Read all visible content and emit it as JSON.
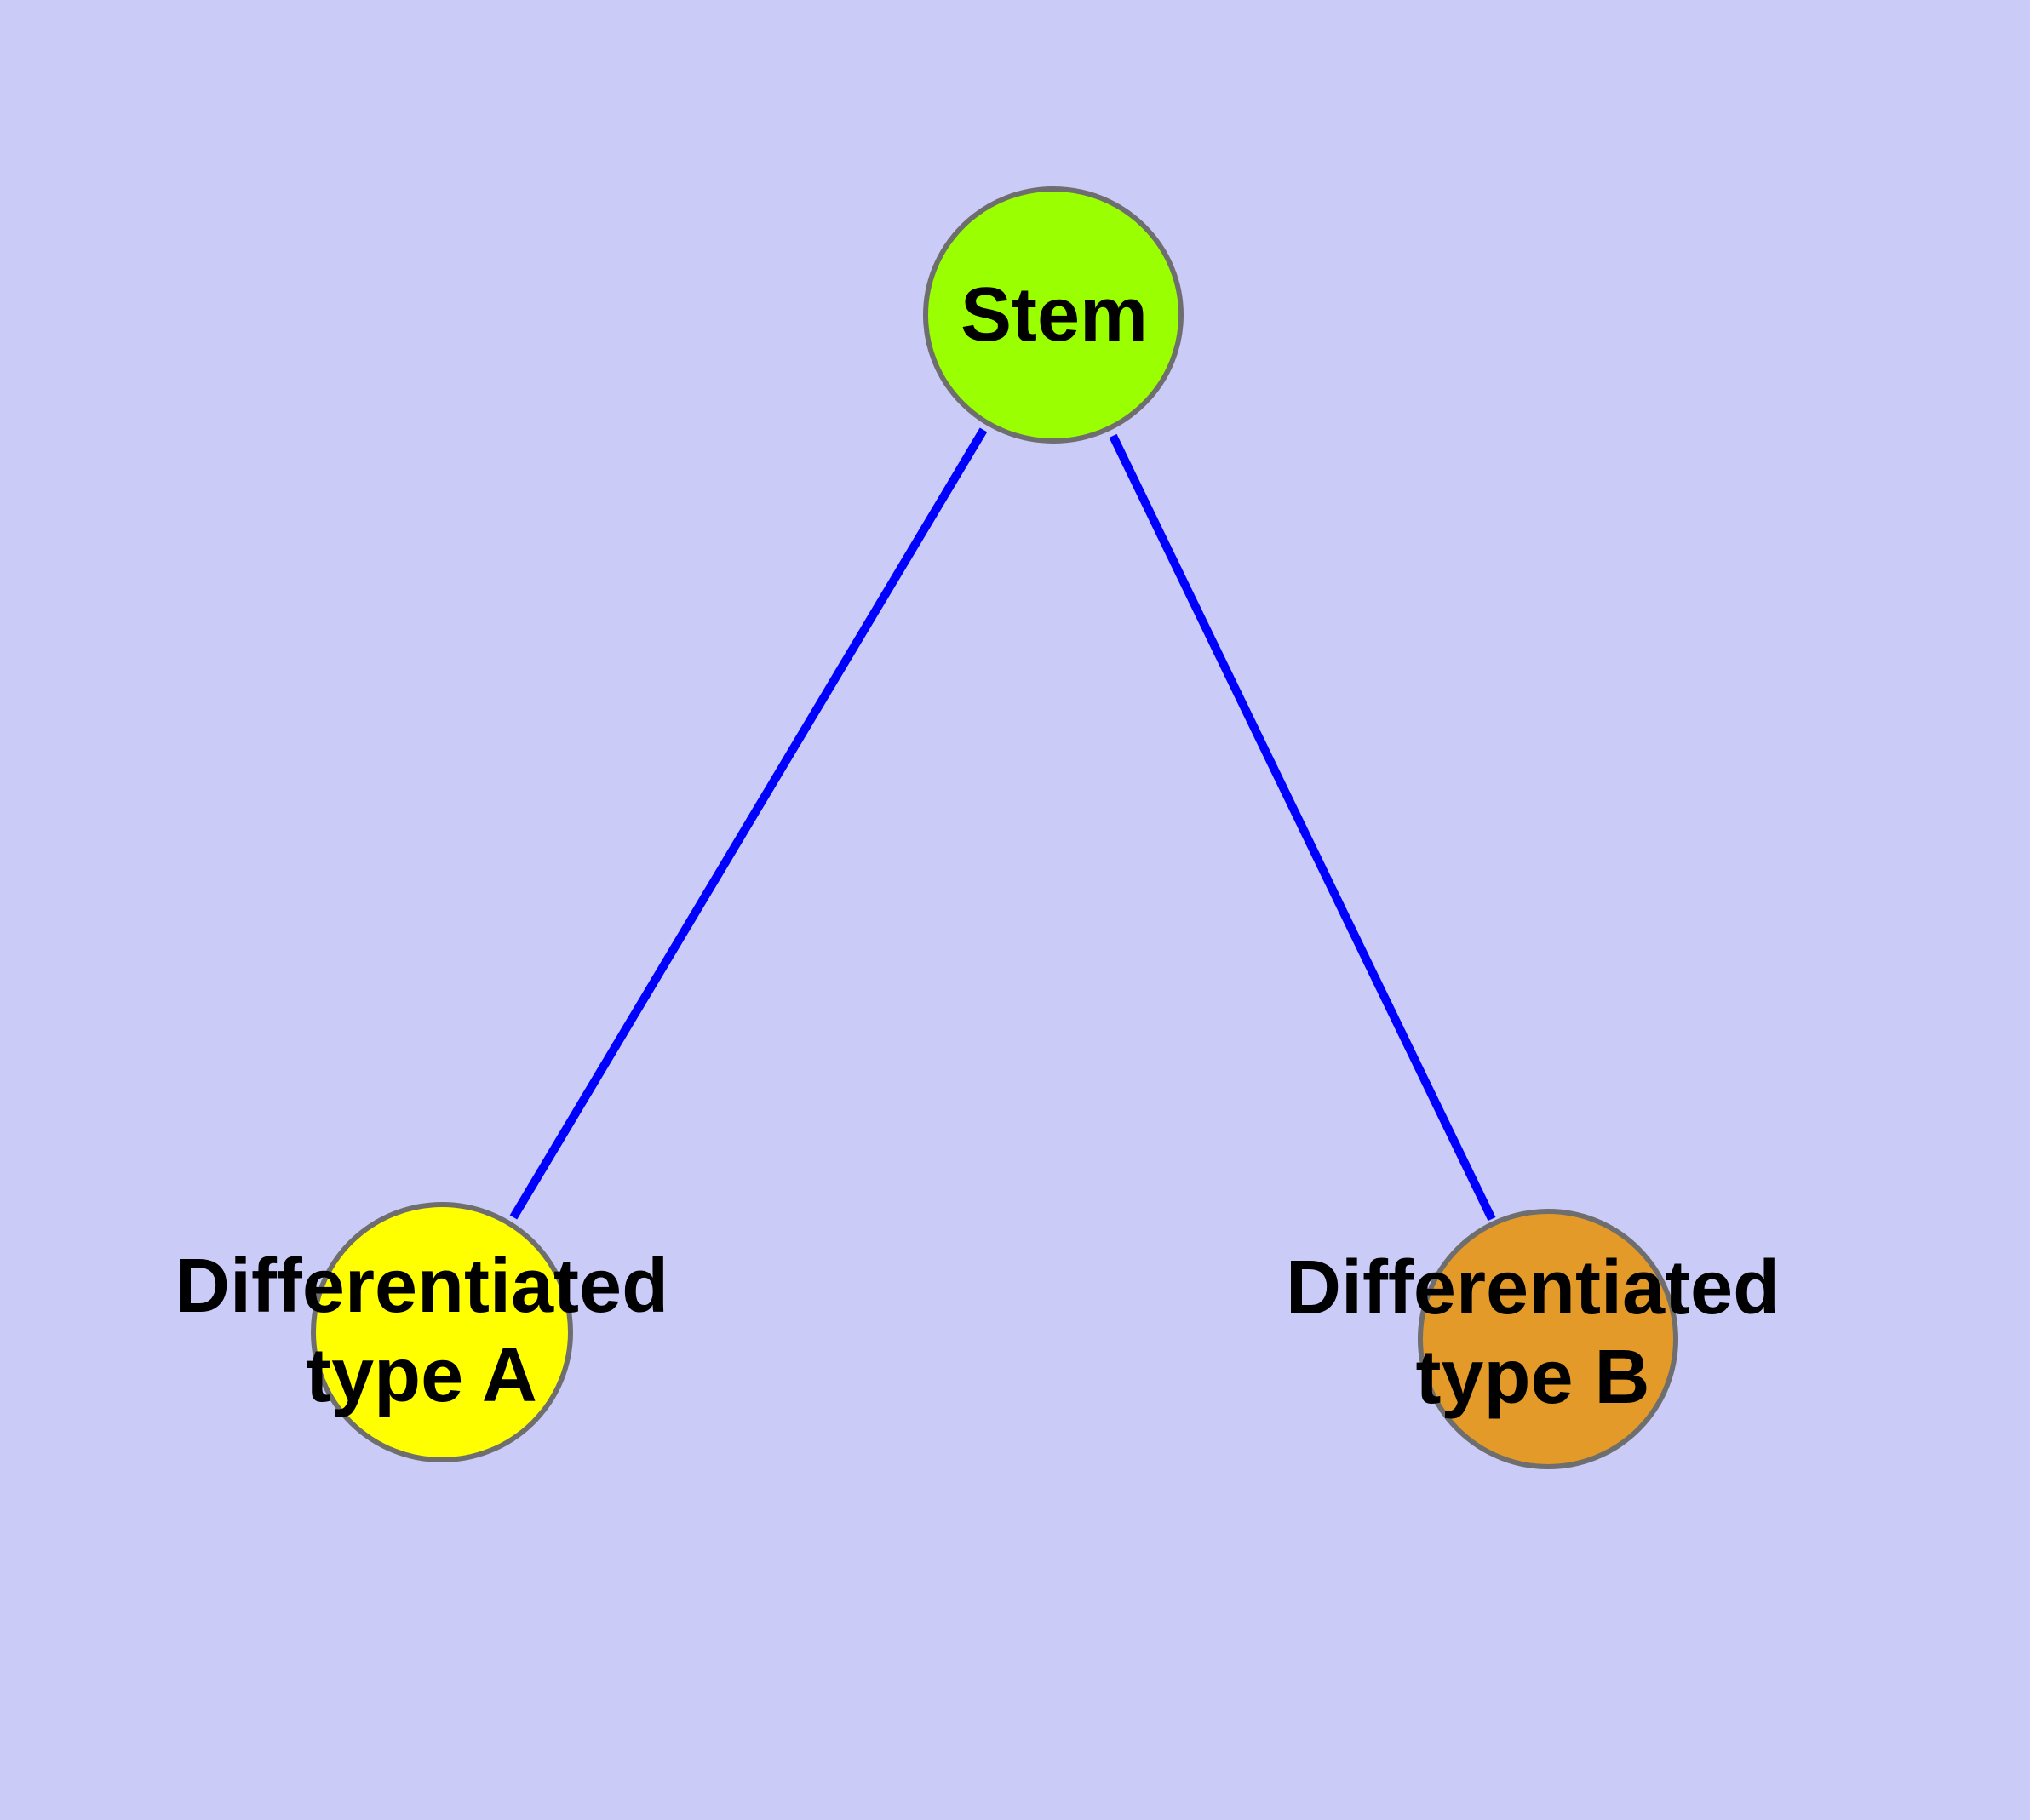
{
  "diagram": {
    "type": "graph",
    "description": "Stem cell differentiation diagram",
    "colors": {
      "background": "#CBCBF8",
      "edge": "#0000FF",
      "node_border": "#6E6E6E",
      "label_text": "#000000",
      "stem_fill": "#9AFF00",
      "type_a_fill": "#FFFF00",
      "type_b_fill": "#E39A28"
    },
    "nodes": [
      {
        "id": "stem",
        "label": "Stem",
        "fill": "#9AFF00"
      },
      {
        "id": "differentiated-type-a",
        "lines": [
          "Differentiated",
          "type A"
        ],
        "fill": "#FFFF00"
      },
      {
        "id": "differentiated-type-b",
        "lines": [
          "Differentiated",
          "type B"
        ],
        "fill": "#E39A28"
      }
    ],
    "edges": [
      {
        "from": "stem",
        "to": "differentiated-type-a"
      },
      {
        "from": "stem",
        "to": "differentiated-type-b"
      }
    ]
  }
}
